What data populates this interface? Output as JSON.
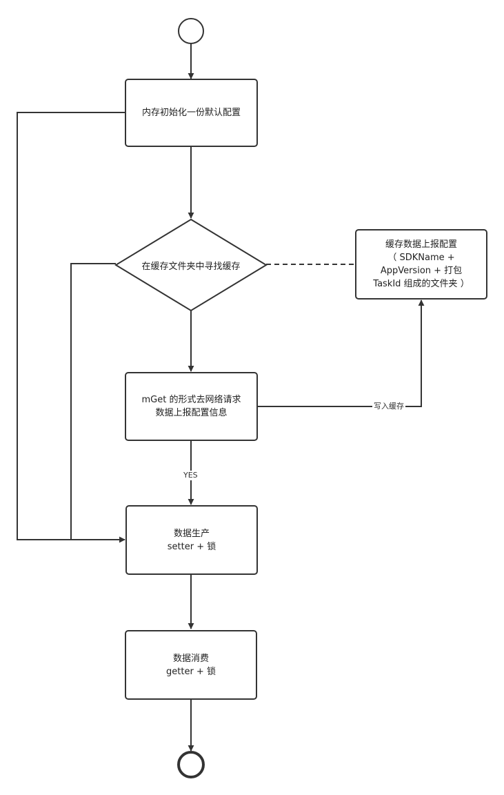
{
  "nodes": {
    "init": {
      "text": "内存初始化一份默认配置"
    },
    "decision": {
      "text": "在缓存文件夹中寻找缓存"
    },
    "cache_folder": {
      "lines": [
        "缓存数据上报配置",
        "（ SDKName +",
        "AppVersion + 打包",
        "TaskId 组成的文件夹 ）"
      ]
    },
    "request": {
      "lines": [
        "mGet 的形式去网络请求",
        "数据上报配置信息"
      ]
    },
    "produce": {
      "lines": [
        "数据生产",
        "setter + 锁"
      ]
    },
    "consume": {
      "lines": [
        "数据消费",
        "getter + 锁"
      ]
    }
  },
  "edges": {
    "write_cache_label": "写入缓存",
    "yes_label": "YES"
  }
}
